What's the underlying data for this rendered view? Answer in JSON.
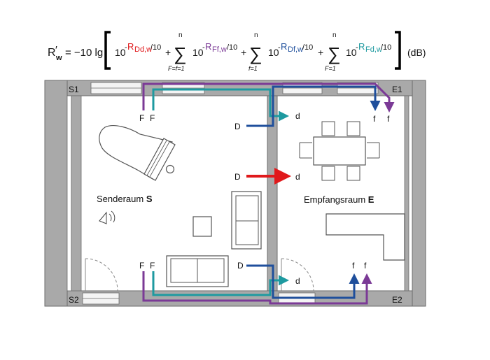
{
  "formula": {
    "lhs_R": "R",
    "lhs_prime": "′",
    "lhs_sub": "w",
    "equals_lg": "= −10 lg",
    "ten": "10",
    "minus": "-",
    "terms": [
      {
        "r": "R",
        "sub": "Dd,w",
        "div": "/10",
        "color": "#e0191b"
      },
      {
        "r": "R",
        "sub": "Ff,w",
        "div": "/10",
        "color": "#7b3a96",
        "sum_top": "n",
        "sum_bottom": "F=f=1"
      },
      {
        "r": "R",
        "sub": "Df,w",
        "div": "/10",
        "color": "#1f4f9c",
        "sum_top": "n",
        "sum_bottom": "f=1"
      },
      {
        "r": "R",
        "sub": "Fd,w",
        "div": "/10",
        "color": "#1e9aa0",
        "sum_top": "n",
        "sum_bottom": "F=1"
      }
    ],
    "plus": "+",
    "unit": "(dB)"
  },
  "rooms": {
    "source": {
      "name": "Senderaum ",
      "letter": "S"
    },
    "receive": {
      "name": "Empfangsraum ",
      "letter": "E"
    }
  },
  "corners": {
    "S1": "S1",
    "S2": "S2",
    "E1": "E1",
    "E2": "E2"
  },
  "path_labels": {
    "F": "F",
    "f": "f",
    "D": "D",
    "d": "d"
  },
  "colors": {
    "Dd": "#e0191b",
    "Ff": "#7b3a96",
    "Df": "#1f4f9c",
    "Fd": "#1e9aa0",
    "wall": "#a9a9a9",
    "wall_dark": "#6b6b6b"
  },
  "icons": {
    "speaker": "speaker-icon",
    "piano": "grand-piano-icon"
  }
}
